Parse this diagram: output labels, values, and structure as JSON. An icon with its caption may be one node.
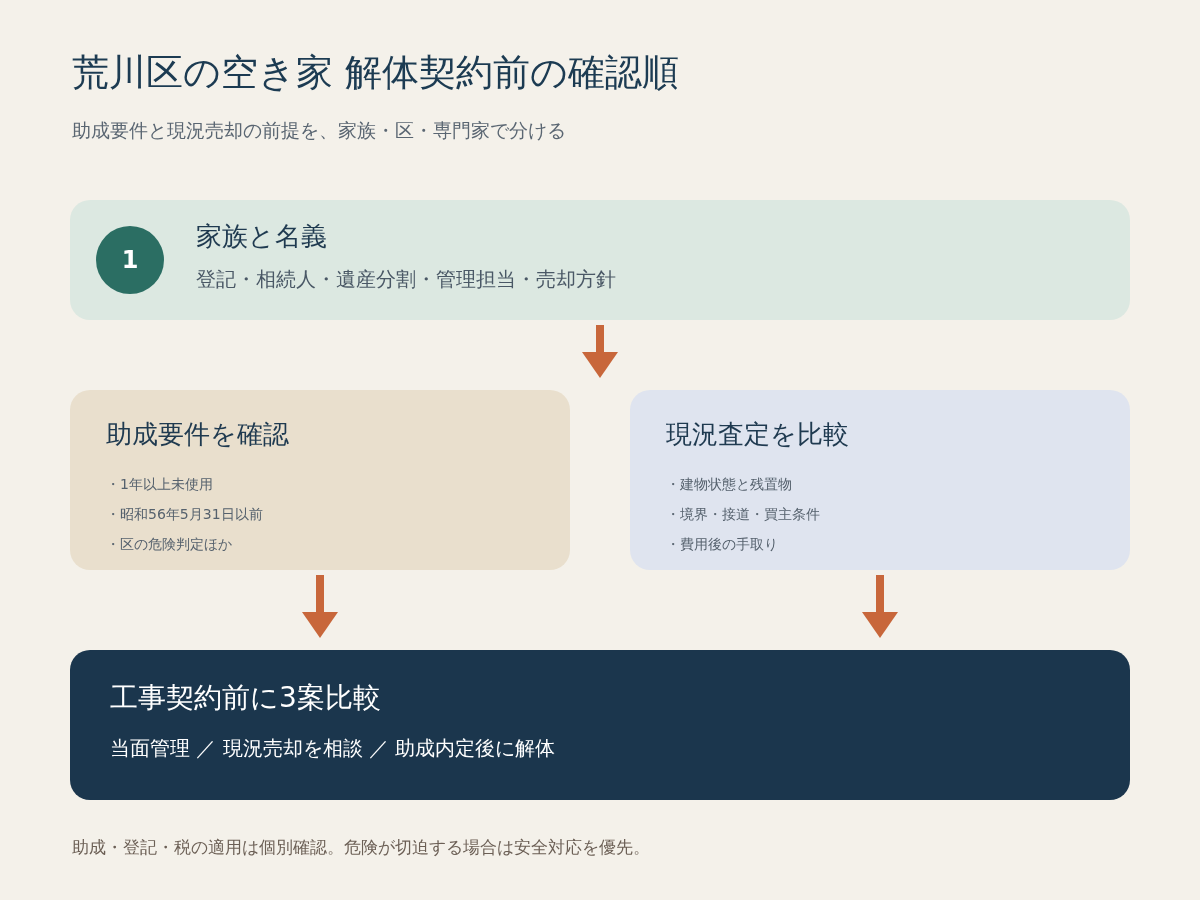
{
  "diagram": {
    "title": "荒川区の空き家 解体契約前の確認順",
    "caption": "助成・登記・税の適用は個別確認。危険が切迫する場合は安全対応を優先。",
    "nodes": [
      {
        "text": [
          "家族と名義",
          "登記・相続人・遺産分割・管理担当・売却方針"
        ]
      },
      {
        "text": [
          "1"
        ],
        "in": 0
      },
      {
        "text": [
          "助成要件を確認",
          "・1年以上未使用",
          "・昭和56年5月31日以前",
          "・区の危険判定ほか"
        ]
      },
      {
        "text": [
          "現況査定を比較",
          "・建物状態と残置物",
          "・境界・接道・買主条件",
          "・費用後の手取り"
        ]
      },
      {
        "text": [
          "工事契約前に3案比較",
          "当面管理 ／ 現況売却を相談 ／ 助成内定後に解体"
        ]
      }
    ],
    "edges": [
      {
        "from": 0,
        "to": 2,
        "arrow": "to"
      },
      {
        "from": 0,
        "to": 3,
        "arrow": "to"
      },
      {
        "from": 2,
        "to": 4,
        "arrow": "to"
      },
      {
        "from": 3,
        "to": 4,
        "arrow": "to"
      }
    ],
    "labels": [
      "助成要件と現況売却の前提を、家族・区・専門家で分ける"
    ]
  }
}
